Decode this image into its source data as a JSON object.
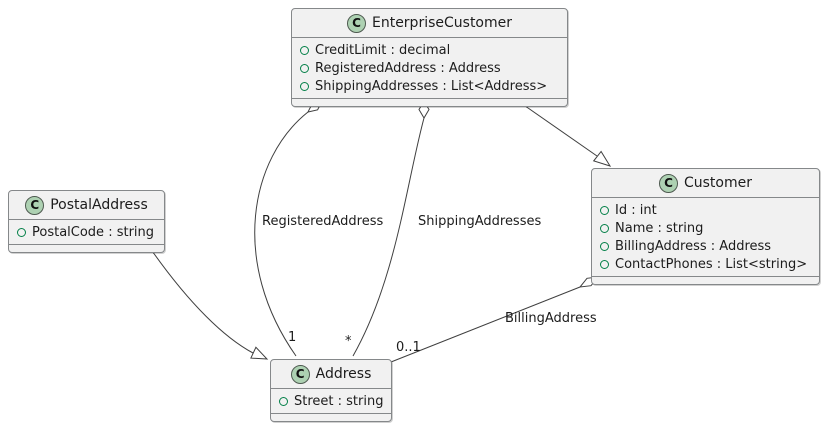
{
  "classes": [
    {
      "name": "EnterpriseCustomer",
      "letter": "C",
      "attributes": [
        "CreditLimit : decimal",
        "RegisteredAddress : Address",
        "ShippingAddresses : List<Address>"
      ]
    },
    {
      "name": "Customer",
      "letter": "C",
      "attributes": [
        "Id : int",
        "Name : string",
        "BillingAddress : Address",
        "ContactPhones : List<string>"
      ]
    },
    {
      "name": "PostalAddress",
      "letter": "C",
      "attributes": [
        "PostalCode : string"
      ]
    },
    {
      "name": "Address",
      "letter": "C",
      "attributes": [
        "Street : string"
      ]
    }
  ],
  "relationships": [
    {
      "type": "generalization",
      "from": "EnterpriseCustomer",
      "to": "Customer",
      "label": "",
      "multiplicity": ""
    },
    {
      "type": "generalization",
      "from": "PostalAddress",
      "to": "Address",
      "label": "",
      "multiplicity": ""
    },
    {
      "type": "aggregation",
      "from": "EnterpriseCustomer",
      "to": "Address",
      "label": "RegisteredAddress",
      "multiplicity": "1"
    },
    {
      "type": "aggregation",
      "from": "EnterpriseCustomer",
      "to": "Address",
      "label": "ShippingAddresses",
      "multiplicity": "*"
    },
    {
      "type": "aggregation",
      "from": "Customer",
      "to": "Address",
      "label": "BillingAddress",
      "multiplicity": "0..1"
    }
  ],
  "colors": {
    "class_fill": "#f1f1f1",
    "class_border": "#85888a",
    "stereotype_circle_fill": "#add1b2",
    "field_icon_green": "#038048",
    "edge": "#3f3f3f"
  }
}
